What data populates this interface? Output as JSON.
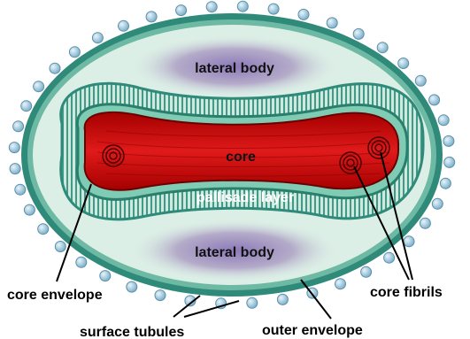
{
  "diagram": {
    "labels": {
      "lateral_body_top": "lateral body",
      "lateral_body_bottom": "lateral body",
      "core": "core",
      "pallisade_layer": "pallisade layer",
      "core_envelope": "core envelope",
      "core_fibrils": "core fibrils",
      "surface_tubules": "surface tubules",
      "outer_envelope": "outer envelope"
    },
    "colors": {
      "outer_envelope": "#2f8a7a",
      "envelope_fill": "#dcefe6",
      "lateral_body": "#8f7fb3",
      "pallisade": "#3f9a88",
      "core": "#cc1111",
      "core_dark": "#8a0000",
      "tubule": "#a9cde0"
    }
  }
}
